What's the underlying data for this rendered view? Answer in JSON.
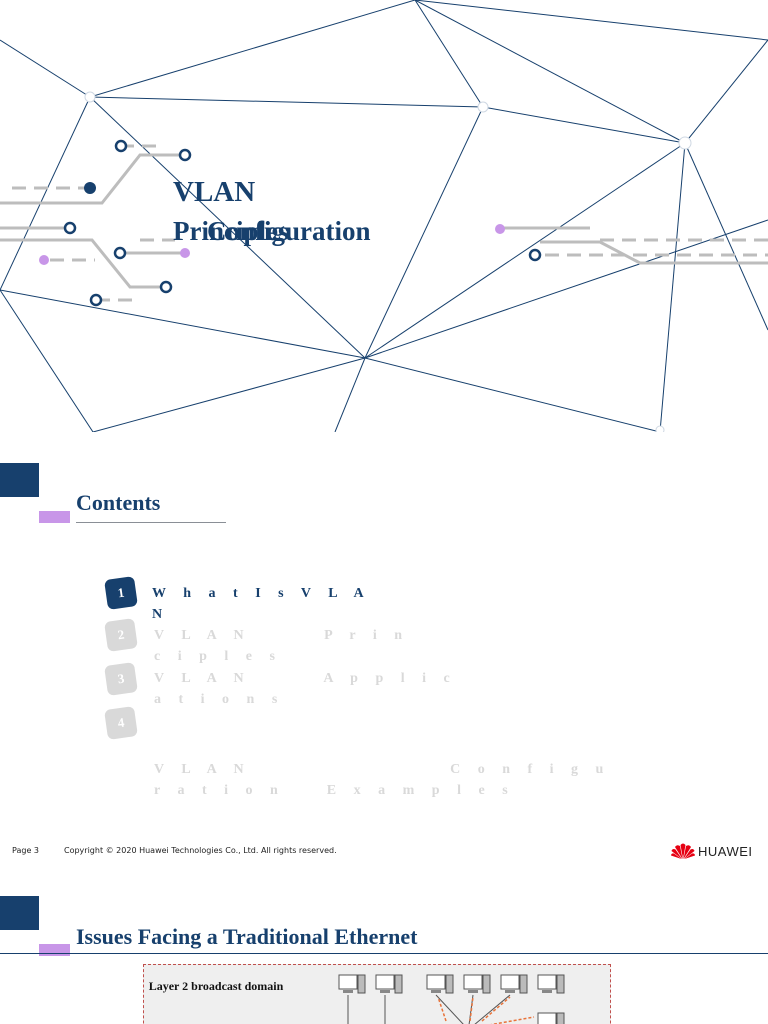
{
  "slide1": {
    "title_line1": "VLAN",
    "title_line2a": "Principles",
    "title_line2b": "Configuration"
  },
  "slide2": {
    "heading": "Contents",
    "toc": [
      {
        "num": "1",
        "text": "W h a t I s V L A\nN",
        "active": true
      },
      {
        "num": "2",
        "text": "V L A N       P r i n\nc i p l e s",
        "active": false
      },
      {
        "num": "3",
        "text": "V L A N       A p p l i c\na t i o n s",
        "active": false
      },
      {
        "num": "4",
        "text": "V L A N                   C o n f i g u\nr a t i o n    E x a m p l e s",
        "active": false
      }
    ],
    "footer_page": "Page 3",
    "footer_copyright": "Copyright © 2020 Huawei Technologies Co., Ltd. All rights reserved.",
    "logo_text": "HUAWEI"
  },
  "slide3": {
    "heading": "Issues Facing a Traditional Ethernet",
    "diagram_label": "Layer 2 broadcast domain"
  },
  "colors": {
    "primary": "#17406d",
    "accent": "#c896e8",
    "inactive": "#d9d9d9",
    "huawei_red": "#e60012"
  }
}
